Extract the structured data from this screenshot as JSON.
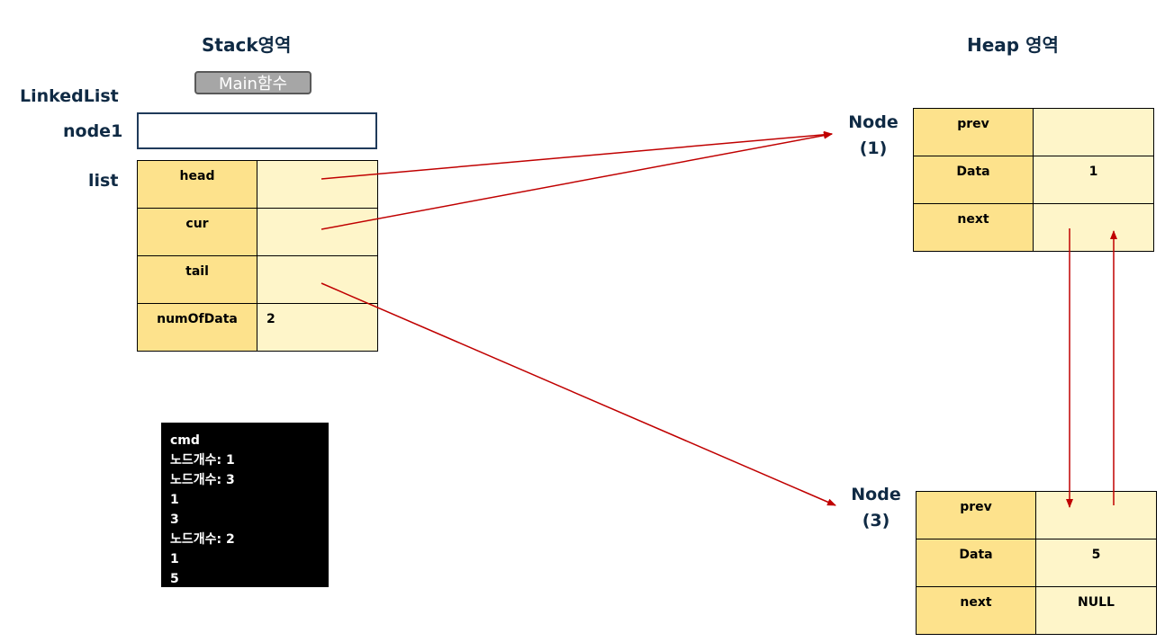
{
  "stack_title": "Stack영역",
  "heap_title": "Heap 영역",
  "main_label": "Main함수",
  "linkedlist_label": "LinkedList",
  "node1_label": "node1",
  "list_label": "list",
  "list_rows": [
    {
      "key": "head",
      "value": ""
    },
    {
      "key": "cur",
      "value": ""
    },
    {
      "key": "tail",
      "value": ""
    },
    {
      "key": "numOfData",
      "value": "2"
    }
  ],
  "heap_nodes": [
    {
      "title_line1": "Node",
      "title_line2": "(1)",
      "rows": [
        {
          "key": "prev",
          "value": ""
        },
        {
          "key": "Data",
          "value": "1"
        },
        {
          "key": "next",
          "value": ""
        }
      ]
    },
    {
      "title_line1": "Node",
      "title_line2": "(3)",
      "rows": [
        {
          "key": "prev",
          "value": ""
        },
        {
          "key": "Data",
          "value": "5"
        },
        {
          "key": "next",
          "value": "NULL"
        }
      ]
    }
  ],
  "console": {
    "lines": [
      "cmd",
      "노드개수: 1",
      "노드개수: 3",
      "1",
      "3",
      "노드개수: 2",
      "1",
      "5"
    ]
  },
  "colors": {
    "key_cell": "#fde28c",
    "value_cell": "#fef5c9",
    "arrow": "#c00000",
    "title_text": "#0f2a44"
  }
}
